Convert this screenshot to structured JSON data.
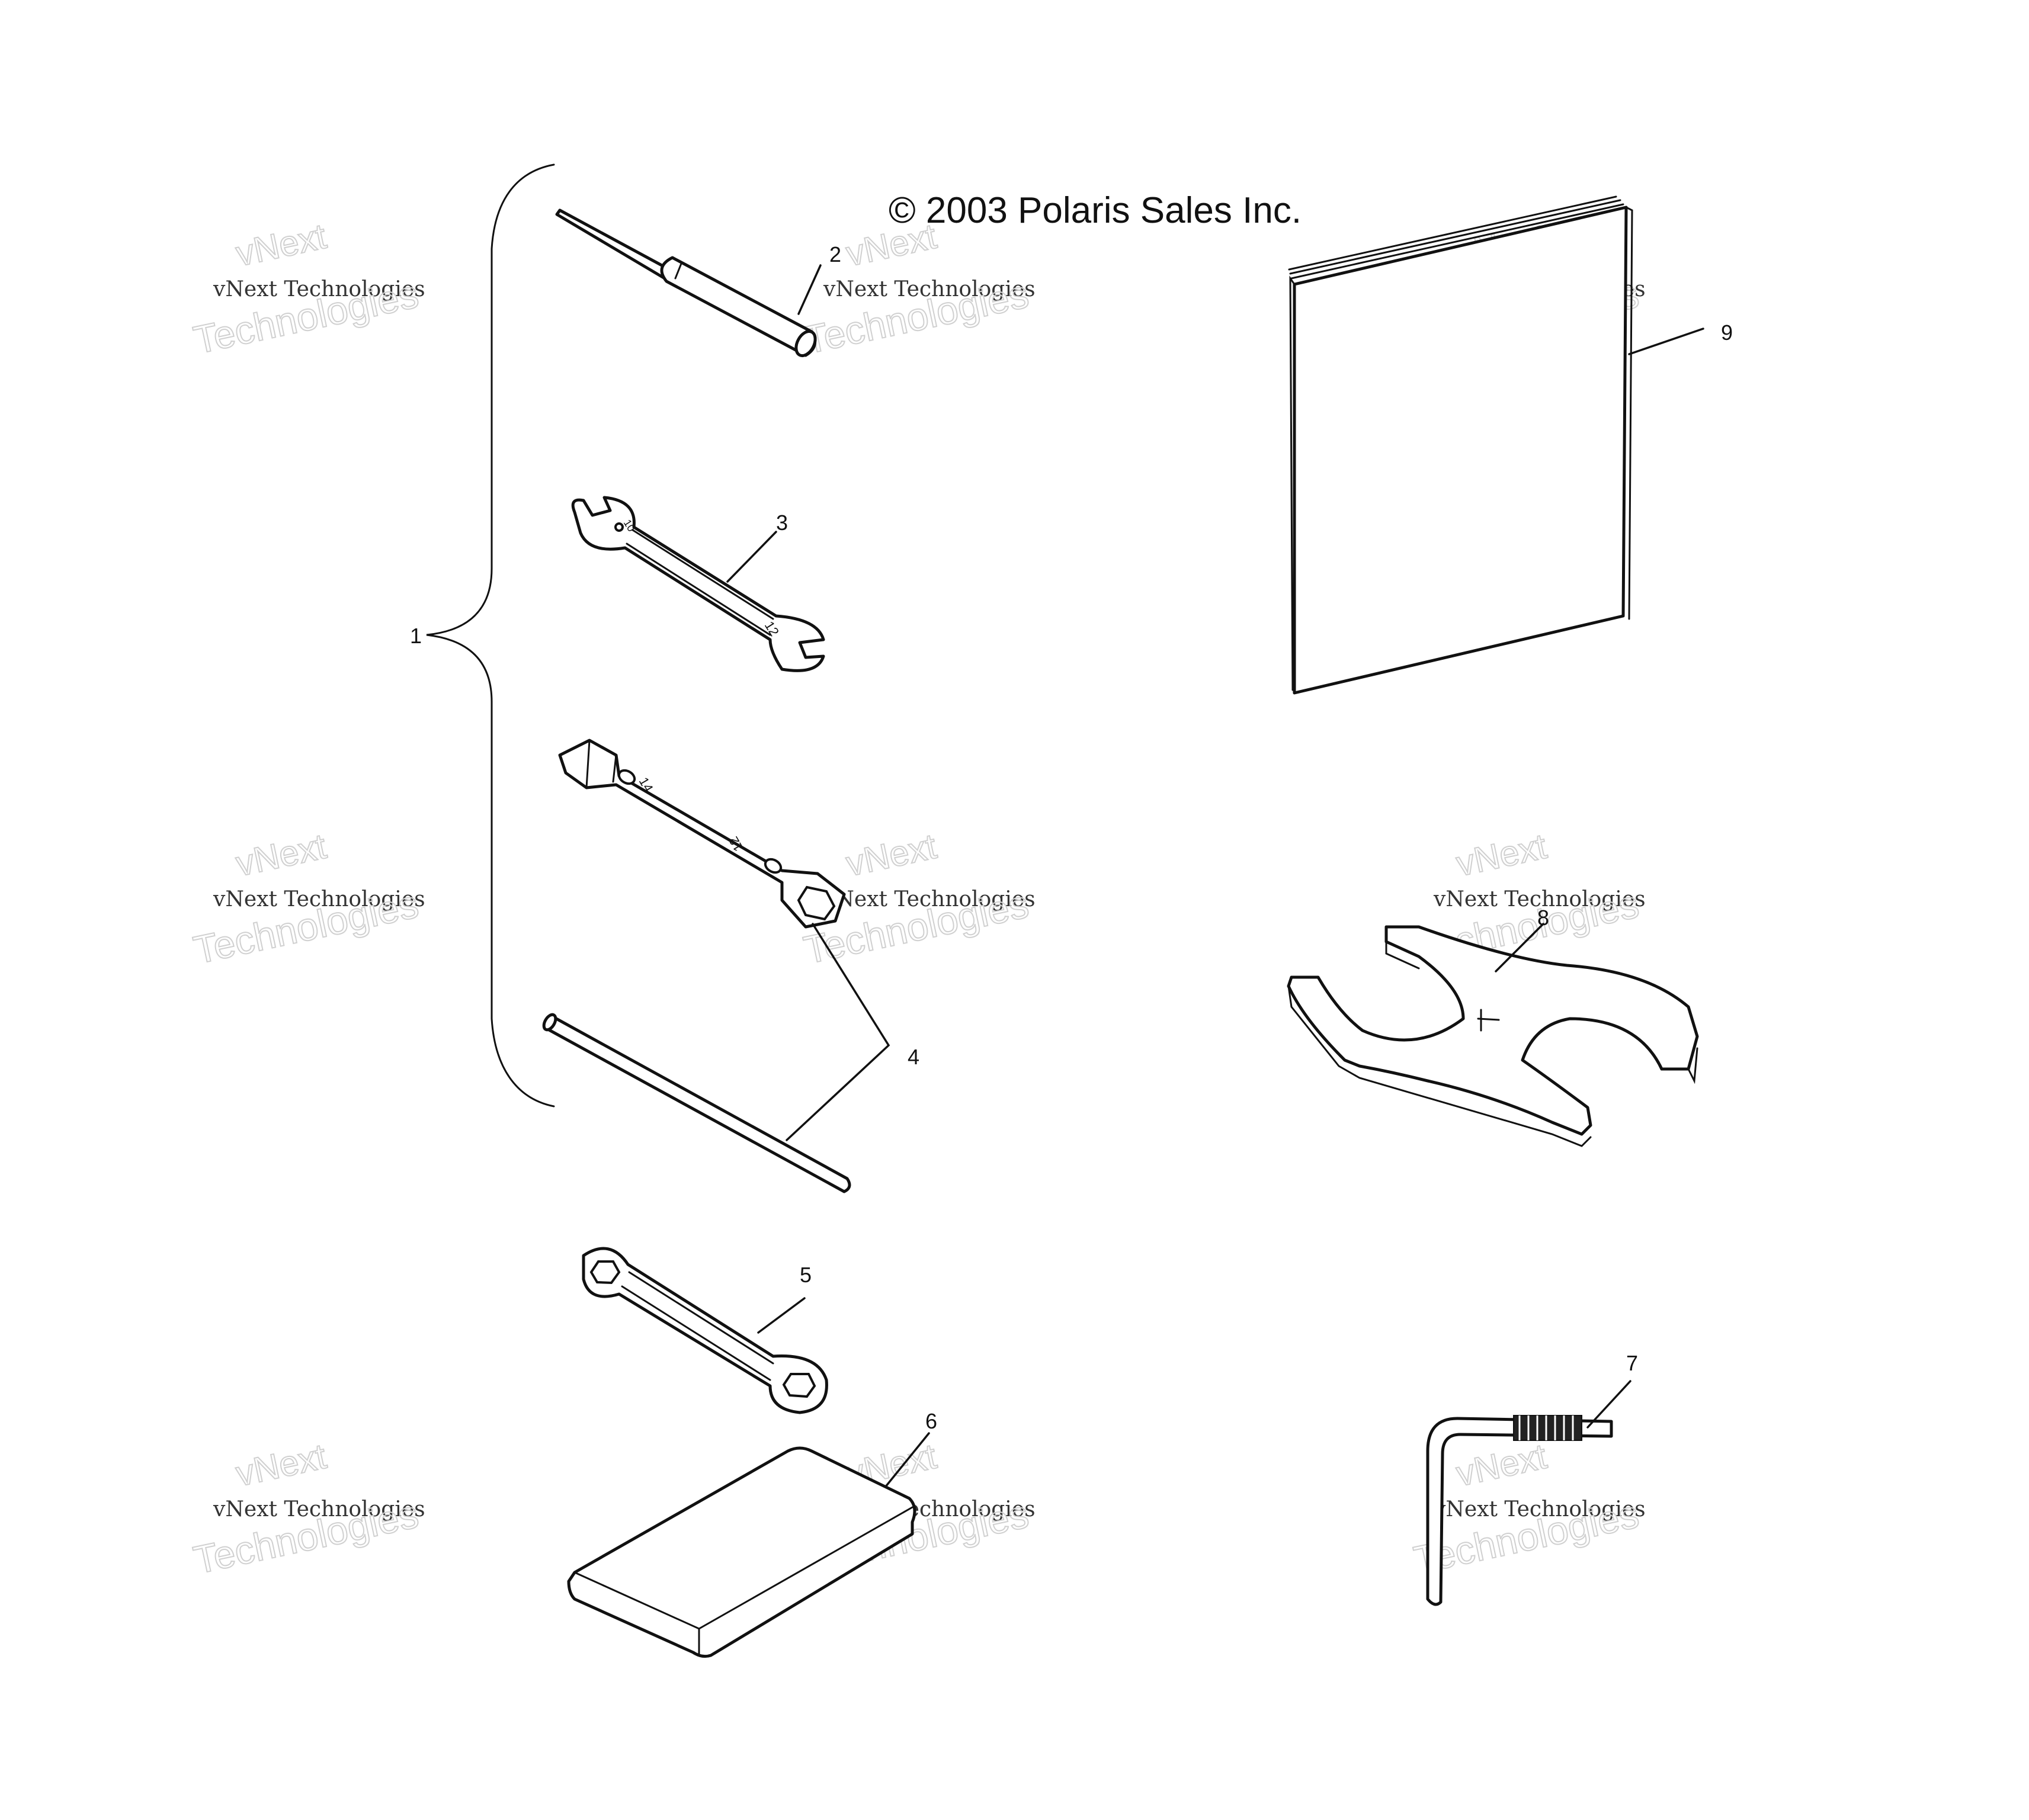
{
  "copyright": "© 2003 Polaris Sales Inc.",
  "watermark": {
    "line1": "vNext",
    "line2": "vNext Technologies",
    "line3": "Technologies"
  },
  "callouts": {
    "c1": "1",
    "c2": "2",
    "c3": "3",
    "c4": "4",
    "c5": "5",
    "c6": "6",
    "c7": "7",
    "c8": "8",
    "c9": "9"
  },
  "wrench_sizes": {
    "open_end_small": "10",
    "open_end_large": "12",
    "socket_end_a": "14",
    "socket_end_b": "12"
  },
  "parts": [
    {
      "callout": "2",
      "icon": "screwdriver-icon"
    },
    {
      "callout": "3",
      "icon": "open-end-wrench-icon"
    },
    {
      "callout": "4",
      "icon": "socket-wrench-icon"
    },
    {
      "callout": "4",
      "icon": "tommy-bar-icon"
    },
    {
      "callout": "5",
      "icon": "box-wrench-icon"
    },
    {
      "callout": "6",
      "icon": "tool-pouch-icon"
    },
    {
      "callout": "7",
      "icon": "hex-key-icon"
    },
    {
      "callout": "8",
      "icon": "spanner-tool-icon"
    },
    {
      "callout": "9",
      "icon": "owners-manual-icon"
    }
  ]
}
